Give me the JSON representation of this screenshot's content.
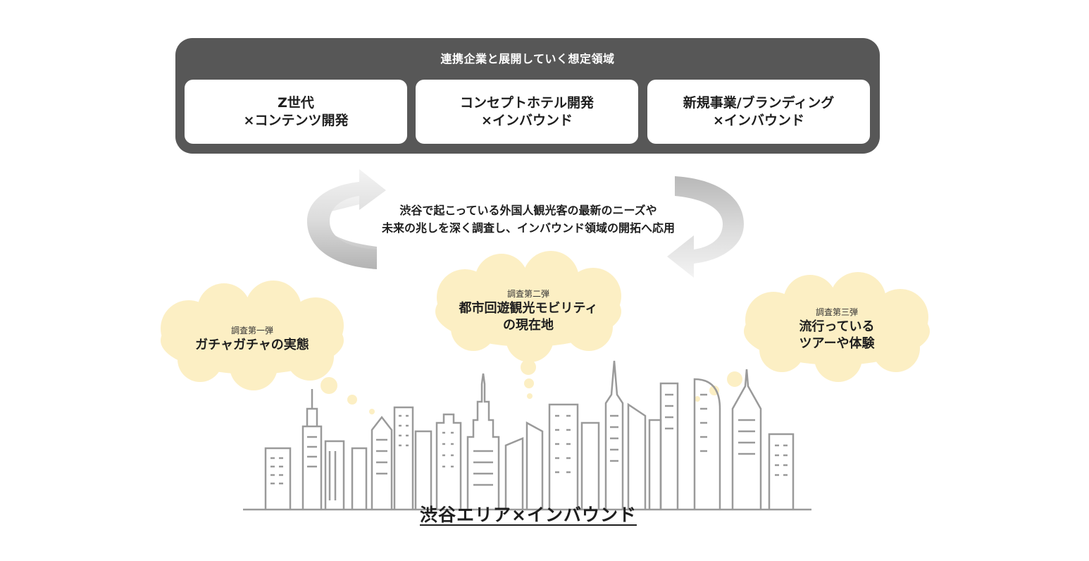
{
  "panel": {
    "title": "連携企業と展開していく想定領域",
    "cards": [
      {
        "line1": "Z世代",
        "line2": "×コンテンツ開発"
      },
      {
        "line1": "コンセプトホテル開発",
        "line2": "×インバウンド"
      },
      {
        "line1": "新規事業/ブランディング",
        "line2": "×インバウンド"
      }
    ]
  },
  "cycle": {
    "line1": "渋谷で起こっている外国人観光客の最新のニーズや",
    "line2": "未来の兆しを深く調査し、インバウンド領域の開拓へ応用"
  },
  "bubbles": [
    {
      "label": "調査第一弾",
      "line1": "ガチャガチャの実態",
      "line2": ""
    },
    {
      "label": "調査第二弾",
      "line1": "都市回遊観光モビリティ",
      "line2": "の現在地"
    },
    {
      "label": "調査第三弾",
      "line1": "流行っている",
      "line2": "ツアーや体験"
    }
  ],
  "footer": {
    "title": "渋谷エリア×インバウンド"
  },
  "colors": {
    "panel": "#575757",
    "bubble": "#fcefc4",
    "arrow_light": "#ededed",
    "arrow_dark": "#bdbdbd",
    "city_line": "#9a9a9a"
  }
}
